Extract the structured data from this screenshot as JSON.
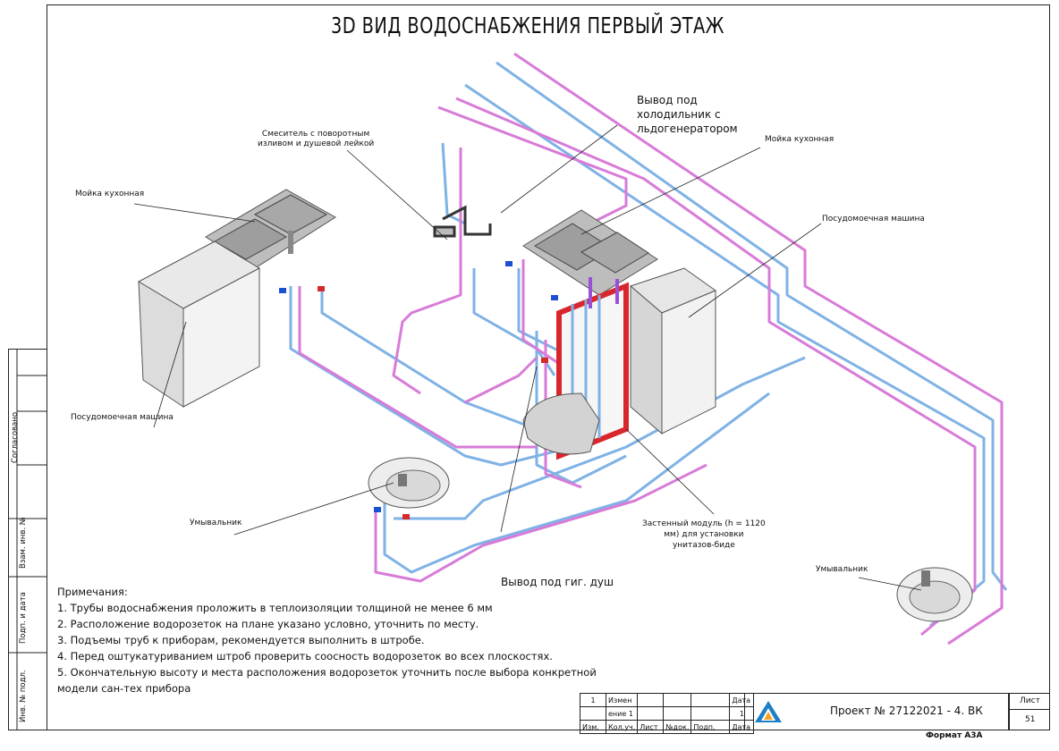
{
  "title": "3D ВИД ВОДОСНАБЖЕНИЯ ПЕРВЫЙ ЭТАЖ",
  "labels": {
    "mixer": [
      "Смеситель с поворотным",
      "изливом и душевой лейкой"
    ],
    "fridge": [
      "Вывод под",
      "холодильник с",
      "льдогенератором"
    ],
    "sink_left": "Мойка кухонная",
    "sink_right": "Мойка кухонная",
    "dishwasher_left": "Посудомоечная машина",
    "dishwasher_right": "Посудомоечная машина",
    "washbasin_left": "Умывальник",
    "washbasin_right": "Умывальник",
    "module": [
      "Застенный модуль (h = 1120",
      "мм) для установки",
      "унитазов-биде"
    ],
    "shower": "Вывод под гиг. душ"
  },
  "notes": {
    "heading": "Примечания:",
    "items": [
      "1. Трубы водоснабжения проложить в теплоизоляции толщиной не менее 6 мм",
      "2. Расположение водорозеток на плане указано условно, уточнить по месту.",
      "3. Подъемы труб к приборам, рекомендуется выполнить в штробе.",
      "4. Перед оштукатуриванием штроб проверить соосность водорозеток во всех плоскостях.",
      "5. Окончательную высоту и места расположения водорозеток уточнить после выбора конкретной",
      "модели сан-тех прибора"
    ]
  },
  "side_stamp": {
    "agreed": "Согласовано",
    "inv_replace": "Взам. инв. №",
    "sign_date": "Подп. и дата",
    "inv_orig": "Инв. № подл."
  },
  "title_block": {
    "rev_row": [
      "1",
      "Измен",
      "",
      "",
      "",
      "Дата"
    ],
    "rev_row2": [
      "",
      "ение 1",
      "",
      "",
      "",
      "1"
    ],
    "headers": [
      "Изм.",
      "Кол.уч.",
      "Лист",
      "№док.",
      "Подп.",
      "Дата"
    ],
    "project": "Проект № 27122021 - 4. ВК",
    "sheet_label": "Лист",
    "sheet_number": "51",
    "format": "Формат А3А"
  },
  "colors": {
    "cold_water": "#7fb2e5",
    "hot_water": "#d87bd8",
    "module_frame": "#d9262c",
    "fixture_gray": "#c9c9c9"
  }
}
